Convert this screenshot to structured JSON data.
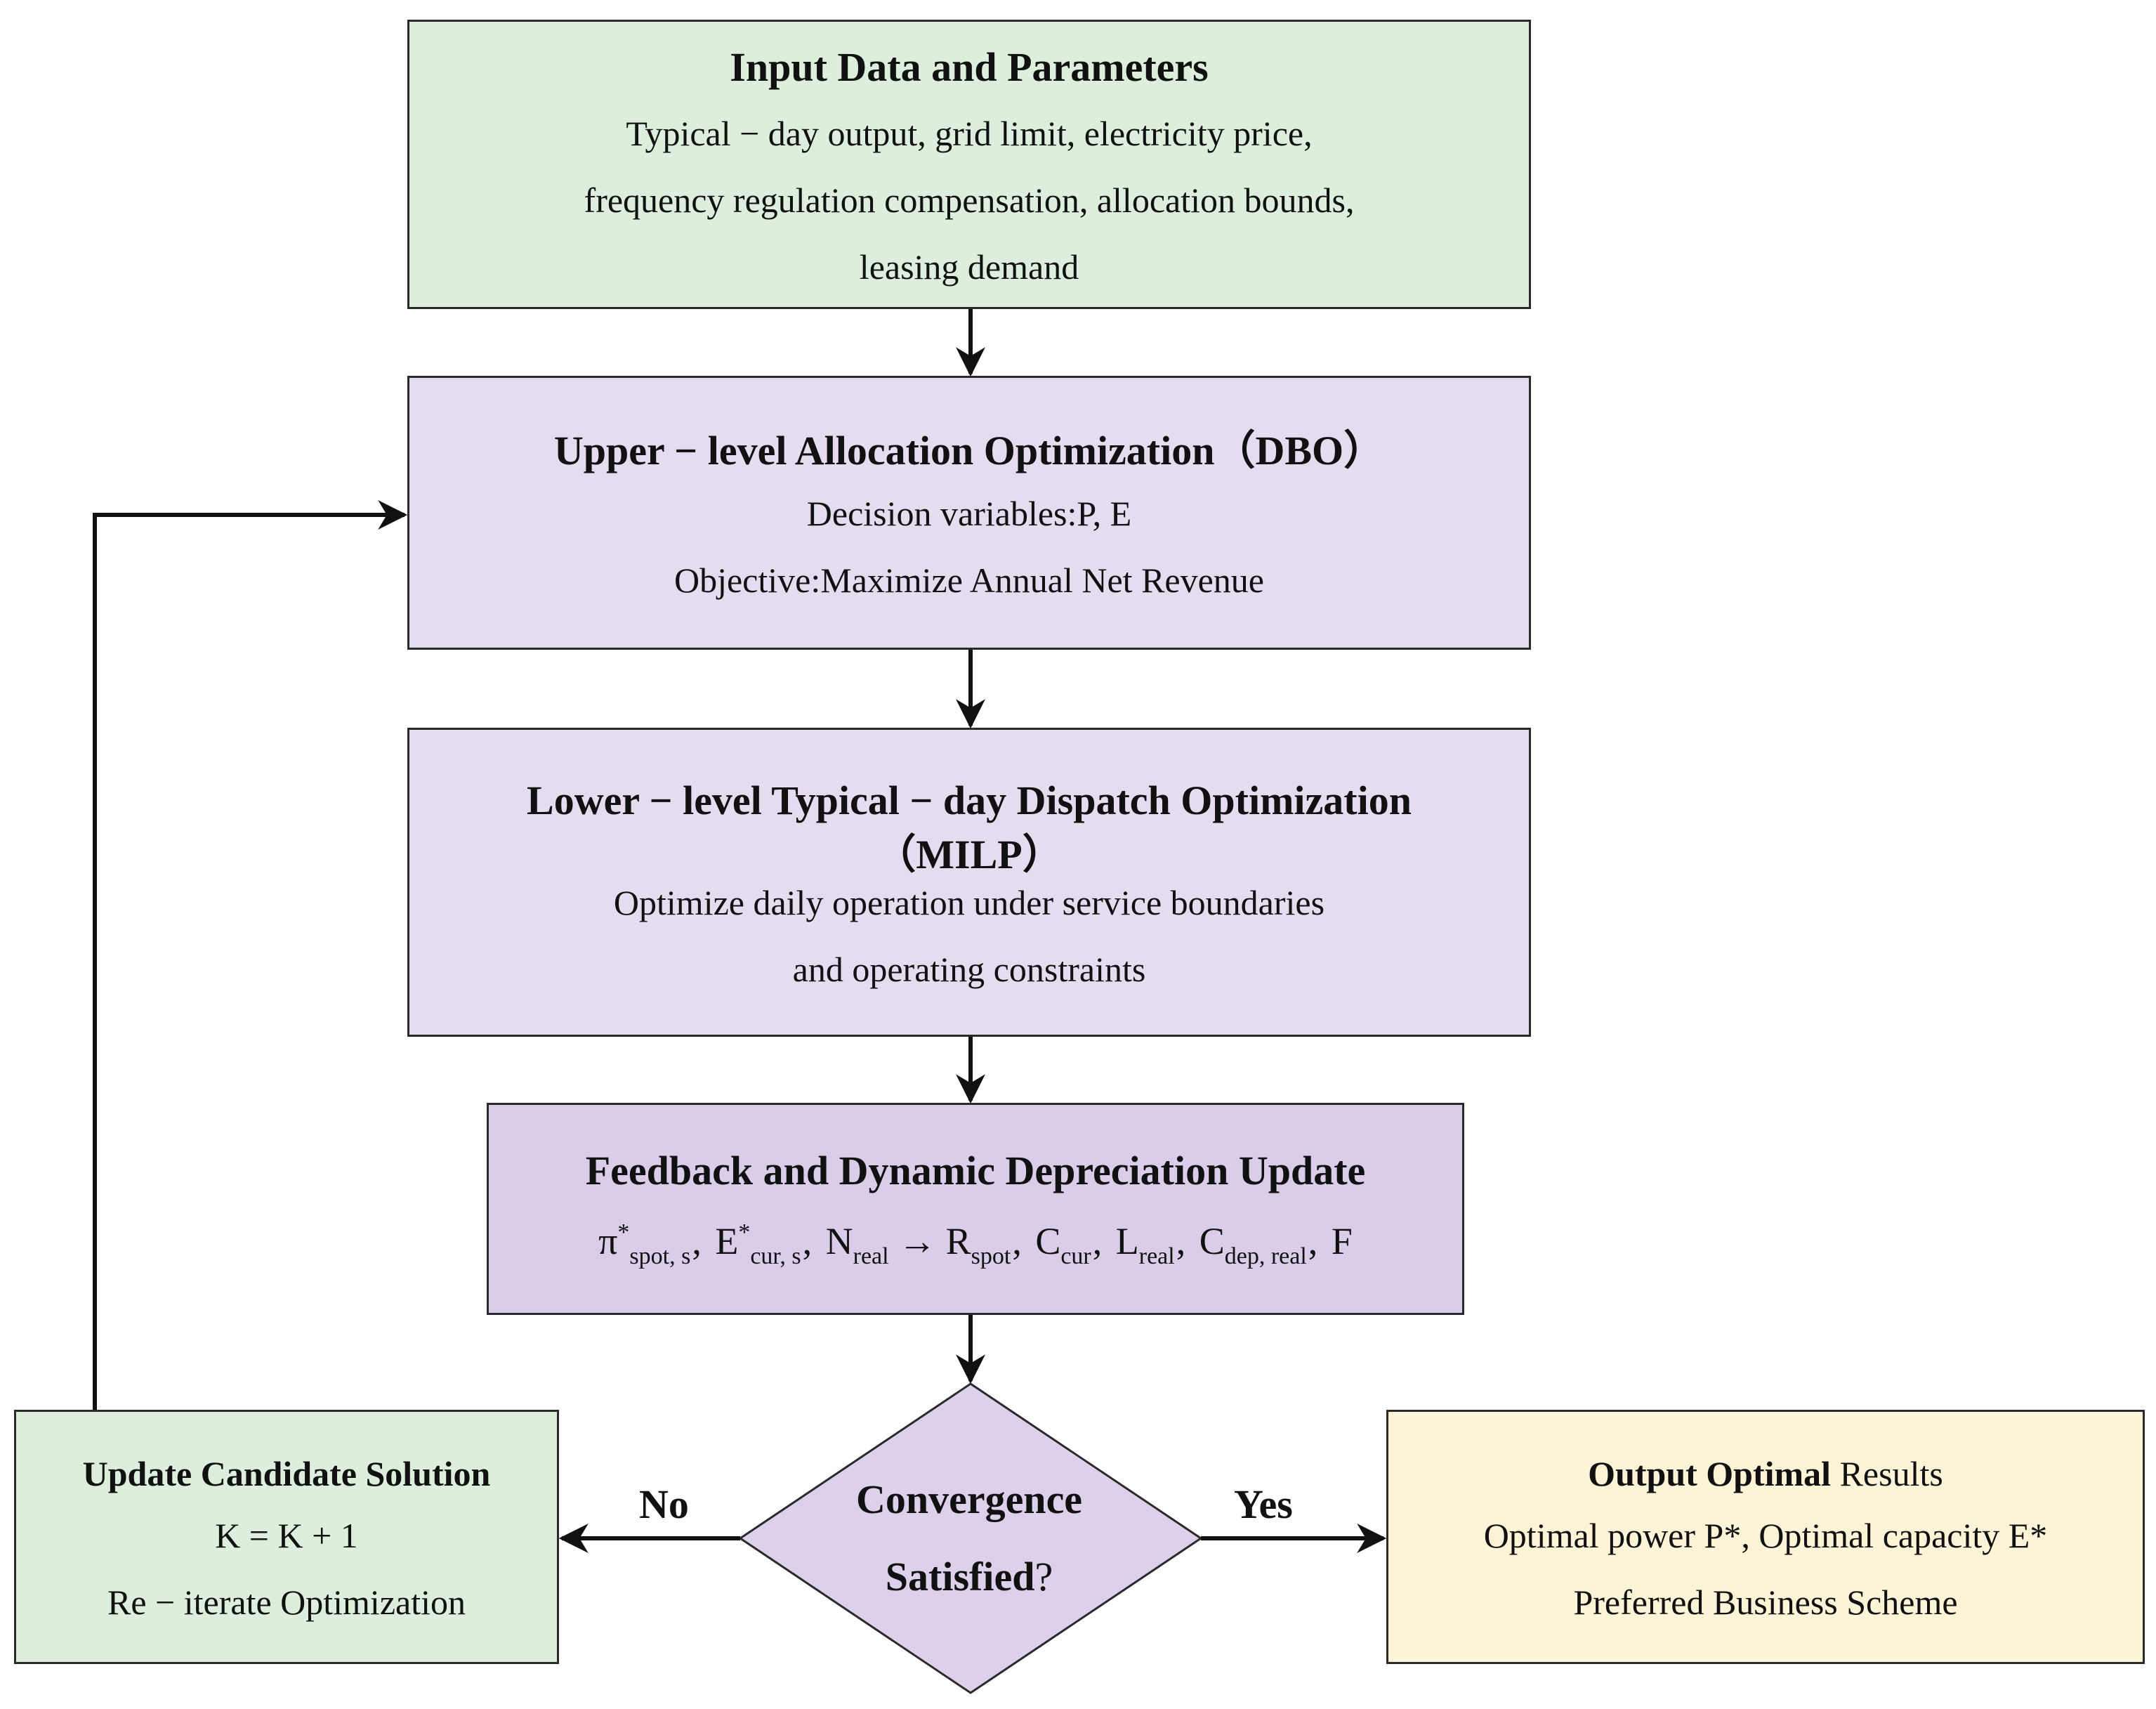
{
  "input_box": {
    "title": "Input Data and Parameters",
    "lines": [
      "Typical − day output, grid limit, electricity price,",
      "frequency regulation compensation, allocation bounds,",
      "leasing demand"
    ]
  },
  "upper_box": {
    "title": "Upper − level Allocation Optimization（DBO）",
    "lines": [
      "Decision variables:P, E",
      "Objective:Maximize Annual Net Revenue"
    ]
  },
  "lower_box": {
    "title_line1": "Lower − level Typical − day Dispatch Optimization",
    "title_line2": "（MILP）",
    "lines": [
      "Optimize daily operation under service boundaries",
      "and operating constraints"
    ]
  },
  "feedback_box": {
    "title": "Feedback and Dynamic Depreciation Update",
    "formula": {
      "pi": "π",
      "star": "*",
      "sub_spot_s": "spot, s",
      "E": "E",
      "sub_cur_s": "cur, s",
      "N": "N",
      "sub_real": "real",
      "arrow": "→",
      "R": "R",
      "sub_spot": "spot",
      "C": "C",
      "sub_cur": "cur",
      "L": "L",
      "sub_dep_real": "dep, real",
      "F": "F",
      "comma": ","
    }
  },
  "decision": {
    "line1": "Convergence",
    "line2": "Satisfied",
    "q": "?",
    "no_label": "No",
    "yes_label": "Yes"
  },
  "update_box": {
    "title": "Update Candidate Solution",
    "lines": [
      "K = K + 1",
      "Re − iterate Optimization"
    ]
  },
  "output_box": {
    "title_bold": "Output Optimal",
    "title_rest": " Results",
    "lines": [
      "Optimal power P*, Optimal capacity E*",
      "Preferred Business Scheme"
    ]
  }
}
